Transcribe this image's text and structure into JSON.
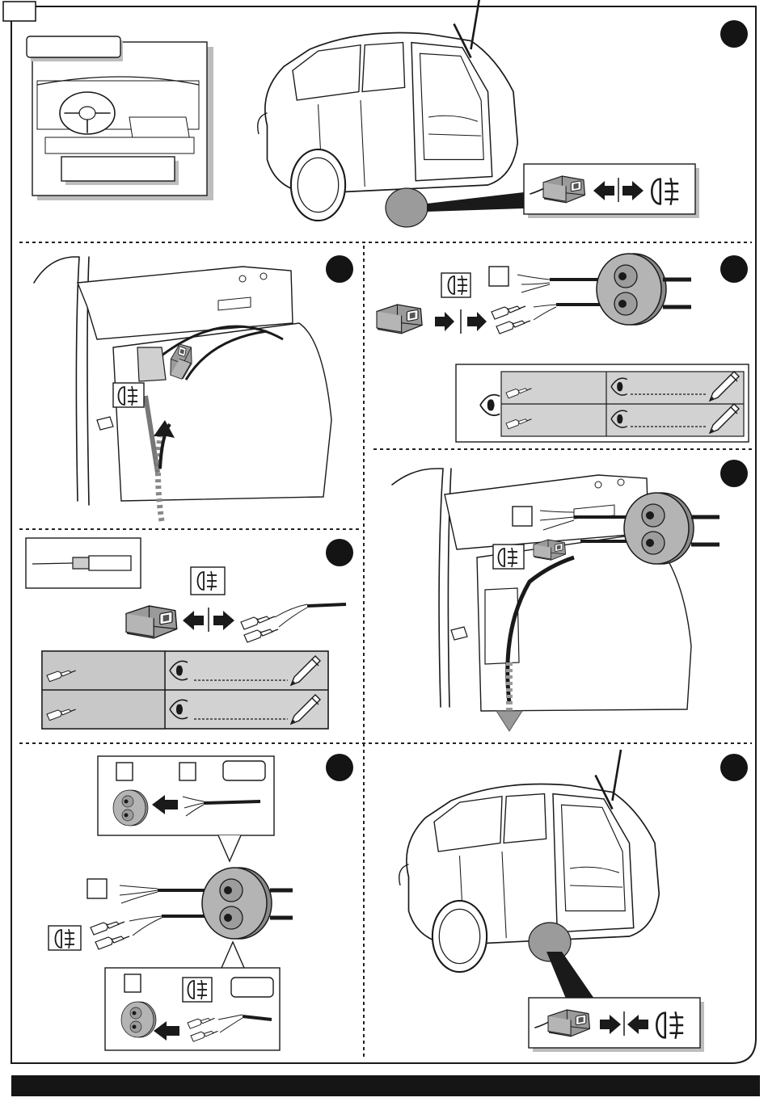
{
  "document": {
    "page_label": "",
    "footer_bar_text": ""
  },
  "steps": [
    {
      "id": 1,
      "label": ""
    },
    {
      "id": 2,
      "label": ""
    },
    {
      "id": 3,
      "label": ""
    },
    {
      "id": 4,
      "label": ""
    },
    {
      "id": 5,
      "label": ""
    },
    {
      "id": 6,
      "label": ""
    },
    {
      "id": 7,
      "label": ""
    }
  ],
  "icons": [
    "fog-lamp-icon",
    "eye-icon",
    "pen-icon",
    "connector-icon",
    "terminal-pin-icon",
    "grommet-icon",
    "release-tool-icon",
    "arrow-icon"
  ],
  "colors": {
    "ink": "#1a1a1a",
    "grey_fill": "#a9a9a9",
    "table_fill": "#d2d2d2",
    "footer": "#151515"
  }
}
